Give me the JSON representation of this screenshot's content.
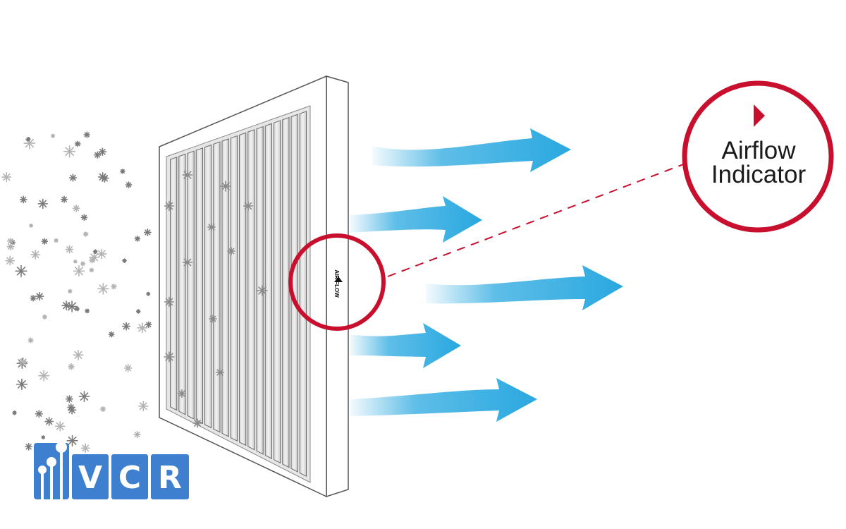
{
  "callout": {
    "line1": "Airflow",
    "line2": "Indicator"
  },
  "filter": {
    "edge_label": "AIR FLOW"
  },
  "logo": {
    "letters": [
      "V",
      "C",
      "R"
    ]
  },
  "colors": {
    "callout_red": "#c8102e",
    "arrow_blue": "#29a8e0",
    "frame_gray": "#555555",
    "dust_gray": "#8a8a8a",
    "logo_blue": "#3f7fd0"
  },
  "icons": {
    "airflow_indicator": "red-triangle-icon",
    "dust": "dust-particle-icon",
    "arrows": "airflow-arrow-icon"
  }
}
